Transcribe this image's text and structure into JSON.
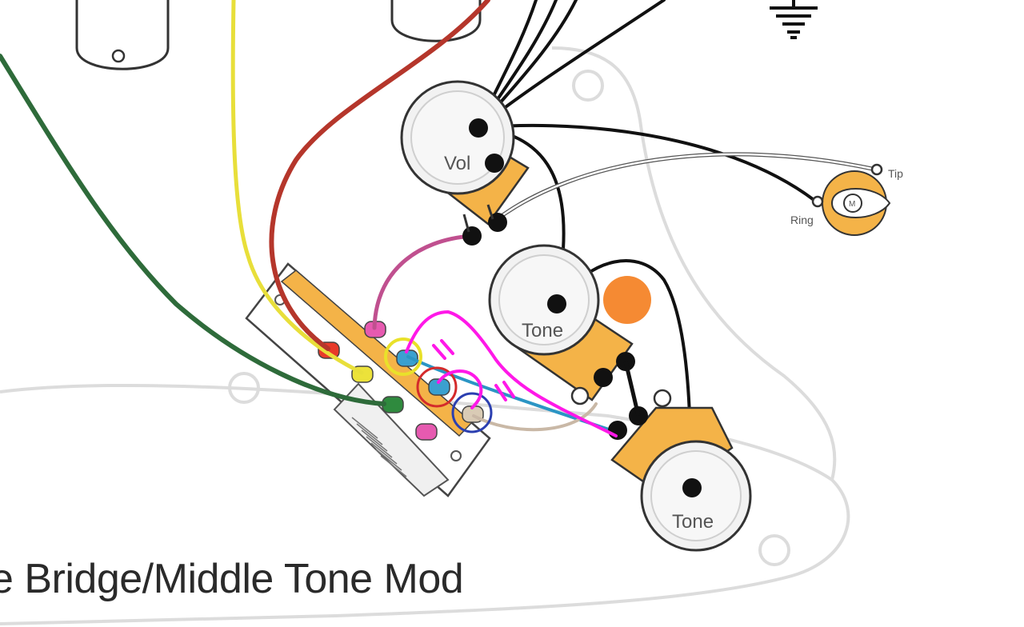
{
  "caption": "e Bridge/Middle Tone Mod",
  "labels": {
    "volume": "Vol",
    "tone_1": "Tone",
    "tone_2": "Tone",
    "jack_tip": "Tip",
    "jack_ring": "Ring",
    "jack_center": "M"
  },
  "colors": {
    "wire_green": "#2e6b3a",
    "wire_yellow": "#e8df3a",
    "wire_red": "#b5362b",
    "wire_pink": "#c0508f",
    "wire_blue": "#2b95c4",
    "wire_black": "#111111",
    "annotation_magenta": "#ff18e8",
    "pot_orange": "#f4b348",
    "capacitor_orange": "#f58a33",
    "circle_yellow": "#e9e12a",
    "circle_red": "#d42b2b",
    "circle_blue": "#2b3fb0"
  }
}
